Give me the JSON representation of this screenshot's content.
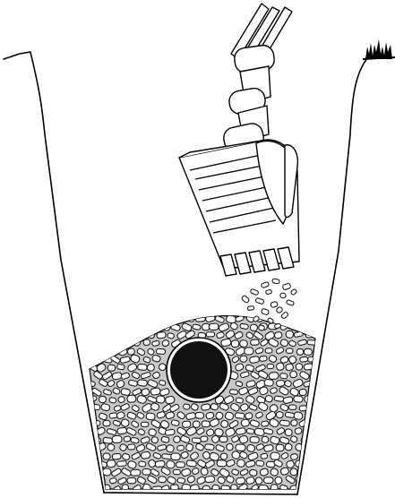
{
  "diagram": {
    "colors": {
      "line": "#000000",
      "background": "#ffffff",
      "gravel_bed": "#c8c8c8",
      "stone_fill": "#ffffff",
      "pipe": "#111111"
    },
    "elements": [
      {
        "name": "trench-walls",
        "kind": "outline"
      },
      {
        "name": "ground-grass-tuft",
        "kind": "vegetation"
      },
      {
        "name": "excavator-arm",
        "kind": "machine"
      },
      {
        "name": "excavator-bucket",
        "kind": "machine"
      },
      {
        "name": "falling-gravel",
        "kind": "material"
      },
      {
        "name": "gravel-bed",
        "kind": "material"
      },
      {
        "name": "pipe-cross-section",
        "kind": "pipe"
      }
    ]
  }
}
